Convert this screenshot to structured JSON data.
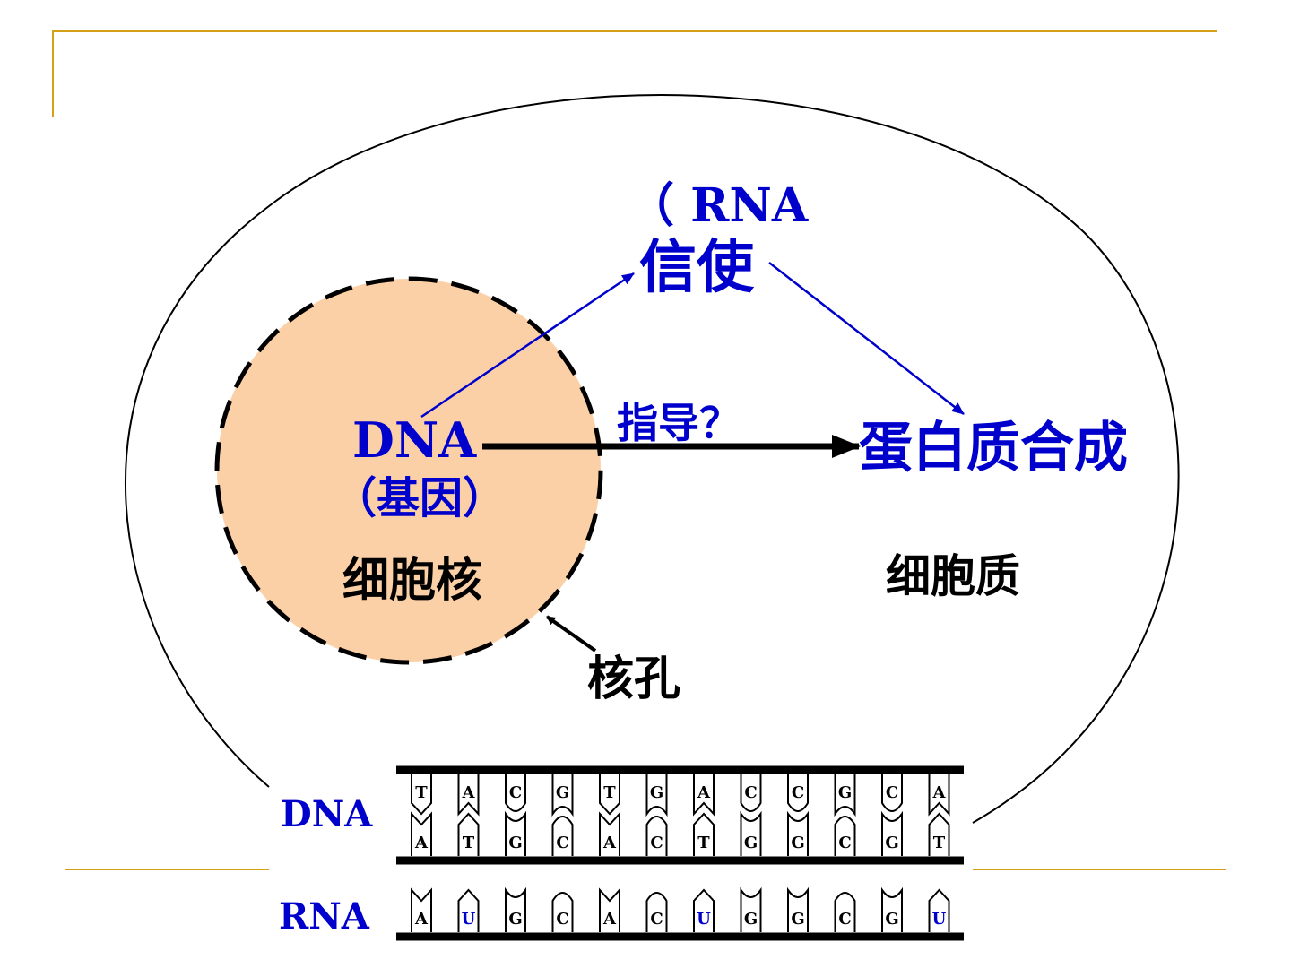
{
  "colors": {
    "frame_gold": "#d4a017",
    "nucleus_fill": "#fbd0a6",
    "blue": "#0000cc",
    "black": "#000000"
  },
  "labels": {
    "messenger_rna": "（ RNA",
    "messenger": "信使",
    "guide": "指导？",
    "dna": "DNA",
    "gene": "（基因）",
    "protein_synthesis": "蛋白质合成",
    "nucleus": "细胞核",
    "cytoplasm": "细胞质",
    "nuclear_pore": "核孔",
    "dna_strand_label": "DNA",
    "rna_strand_label": "RNA"
  },
  "dna_top_strand": [
    "T",
    "A",
    "C",
    "G",
    "T",
    "G",
    "A",
    "C",
    "C",
    "G",
    "C",
    "A"
  ],
  "dna_bottom_strand": [
    "A",
    "T",
    "G",
    "C",
    "A",
    "C",
    "T",
    "G",
    "G",
    "C",
    "G",
    "T"
  ],
  "rna_strand": [
    "A",
    "U",
    "G",
    "C",
    "A",
    "C",
    "U",
    "G",
    "G",
    "C",
    "G",
    "U"
  ]
}
